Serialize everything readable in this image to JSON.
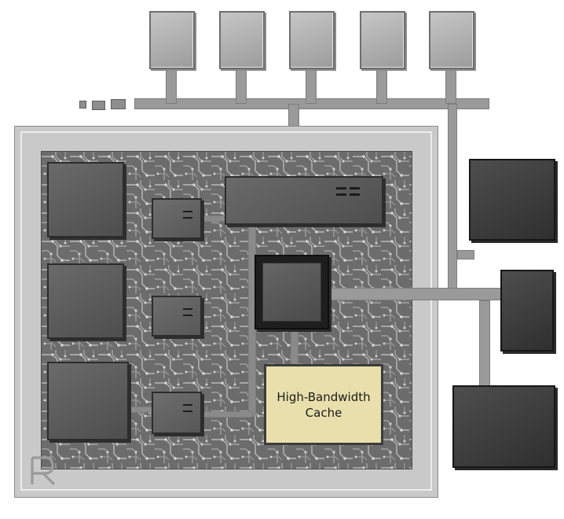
{
  "diagram": {
    "cache_block": {
      "label_line1": "High-Bandwidth",
      "label_line2": "Cache"
    },
    "logo": {
      "glyph": "R",
      "icon": "r-logo-icon"
    }
  }
}
